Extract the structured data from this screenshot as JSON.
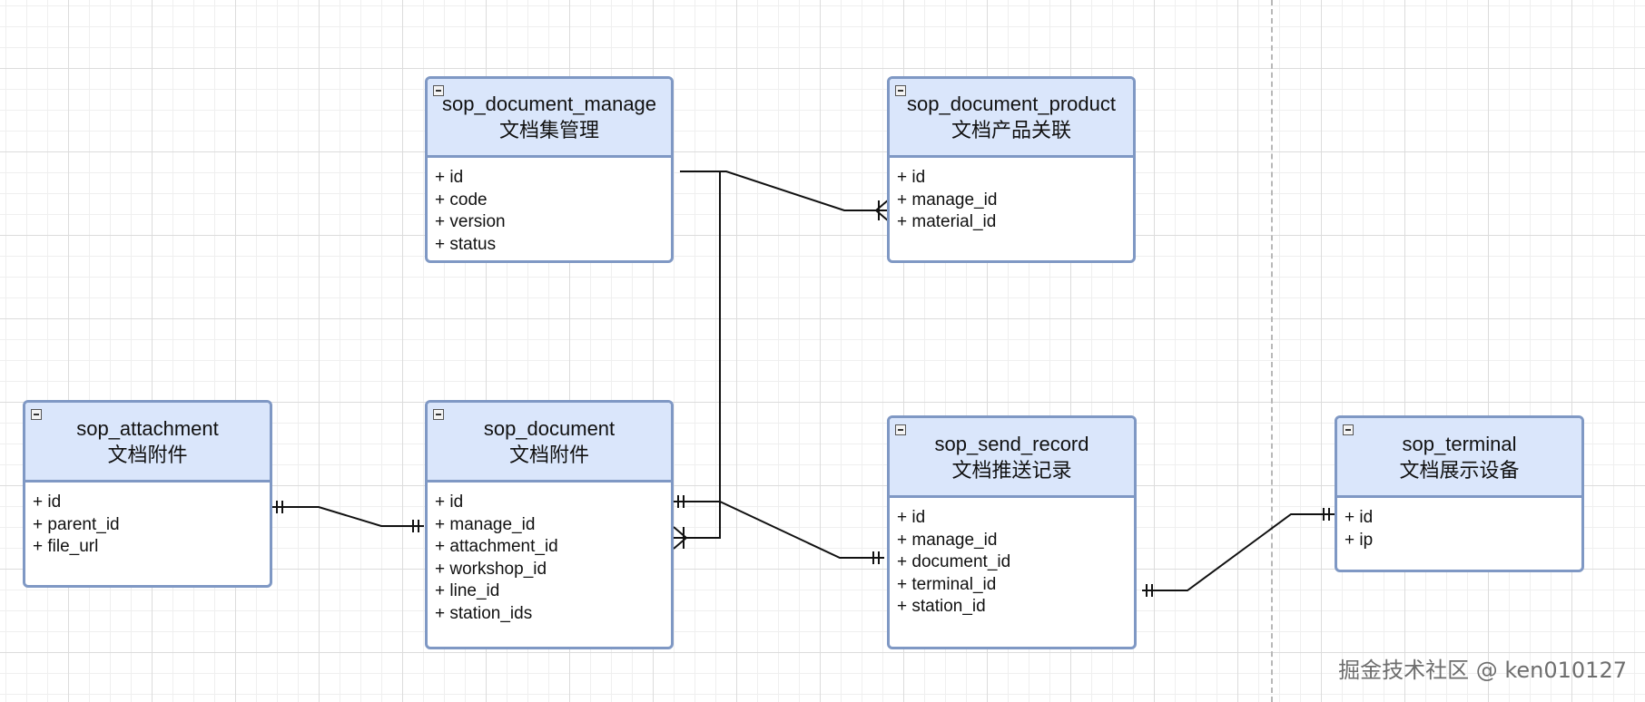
{
  "entities": {
    "manage": {
      "name": "sop_document_manage",
      "cn": "文档集管理",
      "fields": [
        "+ id",
        "+ code",
        "+ version",
        "+ status"
      ]
    },
    "product": {
      "name": "sop_document_product",
      "cn": "文档产品关联",
      "fields": [
        "+ id",
        "+ manage_id",
        "+ material_id"
      ]
    },
    "attachment": {
      "name": "sop_attachment",
      "cn": "文档附件",
      "fields": [
        "+ id",
        "+ parent_id",
        "+ file_url"
      ]
    },
    "document": {
      "name": "sop_document",
      "cn": "文档附件",
      "fields": [
        "+ id",
        "+ manage_id",
        "+ attachment_id",
        "+ workshop_id",
        "+ line_id",
        "+ station_ids"
      ]
    },
    "send_record": {
      "name": "sop_send_record",
      "cn": "文档推送记录",
      "fields": [
        "+ id",
        "+ manage_id",
        "+ document_id",
        "+ terminal_id",
        "+ station_id"
      ]
    },
    "terminal": {
      "name": "sop_terminal",
      "cn": "文档展示设备",
      "fields": [
        "+ id",
        "+ ip"
      ]
    }
  },
  "icons": {
    "collapse": "collapse-minus-icon"
  },
  "colors": {
    "header_fill": "#dae6fb",
    "border": "#7f98c4",
    "connector": "#111111"
  },
  "watermark": "掘金技术社区 @ ken010127"
}
